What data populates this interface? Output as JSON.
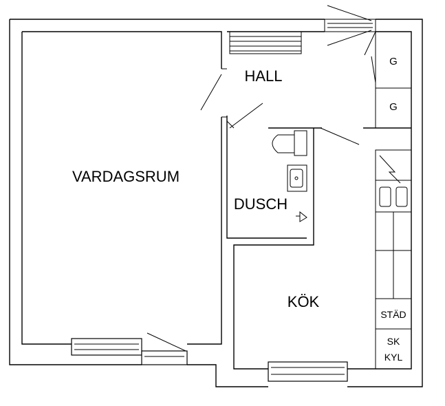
{
  "floorplan": {
    "rooms": {
      "vardagsrum": "VARDAGSRUM",
      "hall": "HALL",
      "dusch": "DUSCH",
      "kok": "KÖK"
    },
    "cabinets": {
      "g_top": "G",
      "g_bottom": "G",
      "stad": "STÄD",
      "sk": "SK",
      "kyl": "KYL"
    },
    "colors": {
      "line": "#000000",
      "background": "#ffffff"
    }
  }
}
